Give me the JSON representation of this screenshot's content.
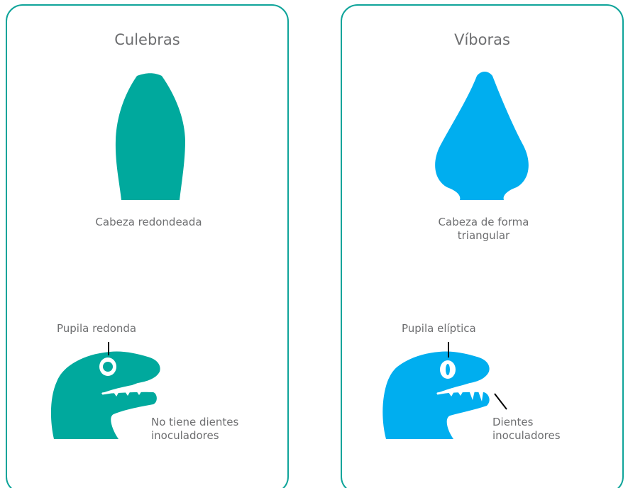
{
  "colors": {
    "border": "#0fa49a",
    "culebra": "#00a99d",
    "vibora": "#00aeef",
    "text": "#6d6e70",
    "eye_white": "#ffffff",
    "pointer": "#000000"
  },
  "panels": {
    "culebras": {
      "title": "Culebras",
      "head_shape_label": "Cabeza redondeada",
      "pupil_label": "Pupila redonda",
      "teeth_label_line1": "No tiene dientes",
      "teeth_label_line2": "inoculadores"
    },
    "viboras": {
      "title": "Víboras",
      "head_shape_label_line1": "Cabeza de forma",
      "head_shape_label_line2": "triangular",
      "pupil_label": "Pupila elíptica",
      "teeth_label_line1": "Dientes",
      "teeth_label_line2": "inoculadores"
    }
  }
}
